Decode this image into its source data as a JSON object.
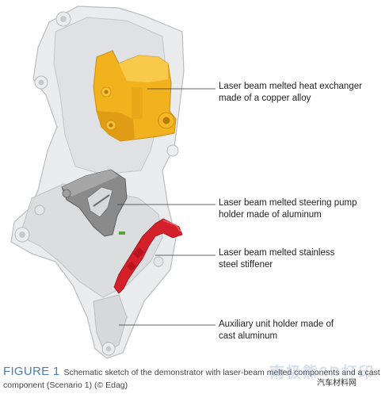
{
  "callouts": [
    {
      "line1": "Laser beam melted heat exchanger",
      "line2": "made of a copper alloy"
    },
    {
      "line1": "Laser beam melted steering pump",
      "line2": "holder made of aluminum"
    },
    {
      "line1": "Laser beam melted stainless",
      "line2": "steel stiffener"
    },
    {
      "line1": "Auxiliary unit holder made of",
      "line2": "cast aluminum"
    }
  ],
  "caption": {
    "figure_label": "FIGURE 1",
    "text": "Schematic sketch of the demonstrator with laser-beam melted components and a cast component (Scenario 1) (© Edag)"
  },
  "watermark": {
    "text": "南极熊3D打印",
    "wechat": "汽车材料网"
  },
  "colors": {
    "copper_part": "#f2b21e",
    "steel_part": "#d4202a",
    "aluminum_part": "#8a8a8a",
    "housing": "#d9dcde",
    "caption_accent": "#4a7fb5"
  }
}
